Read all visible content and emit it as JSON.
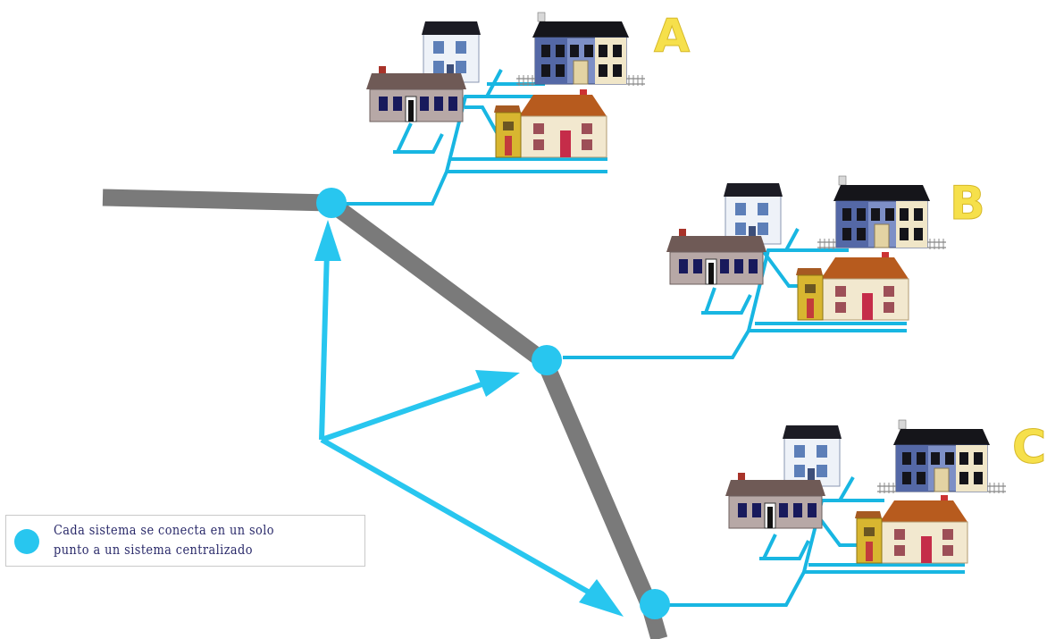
{
  "colors": {
    "trunk": "#7a7a7a",
    "connection": "#18b6e2",
    "arrow": "#28c6ef",
    "node": "#28c6ef",
    "label": "#f6e04b"
  },
  "clusters": [
    {
      "label": "A"
    },
    {
      "label": "B"
    },
    {
      "label": "C"
    }
  ],
  "legend": {
    "icon": "cyan-dot-icon",
    "line1": "Cada sistema se conecta en un solo",
    "line2": "punto a un sistema centralizado"
  }
}
